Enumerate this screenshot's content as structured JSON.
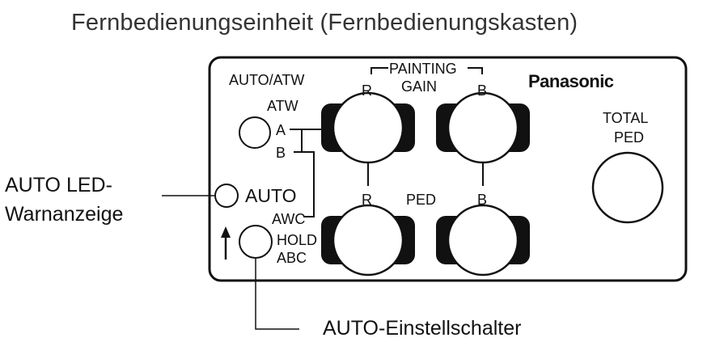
{
  "title": "Fernbedienungseinheit (Fernbedienungskasten)",
  "panel": {
    "brand": "Panasonic",
    "auto_atw_label": "AUTO/ATW",
    "atw_label": "ATW",
    "a_label": "A",
    "b_label": "B",
    "auto_label": "AUTO",
    "awc_label": "AWC",
    "hold_label": "HOLD",
    "abc_label": "ABC",
    "painting_label": "PAINTING",
    "gain_label": "GAIN",
    "ped_label": "PED",
    "r_label": "R",
    "b_knob_label": "B",
    "total_label": "TOTAL",
    "total_ped_label": "PED"
  },
  "callouts": {
    "auto_led_line1": "AUTO LED-",
    "auto_led_line2": "Warnanzeige",
    "auto_switch": "AUTO-Einstellschalter"
  }
}
